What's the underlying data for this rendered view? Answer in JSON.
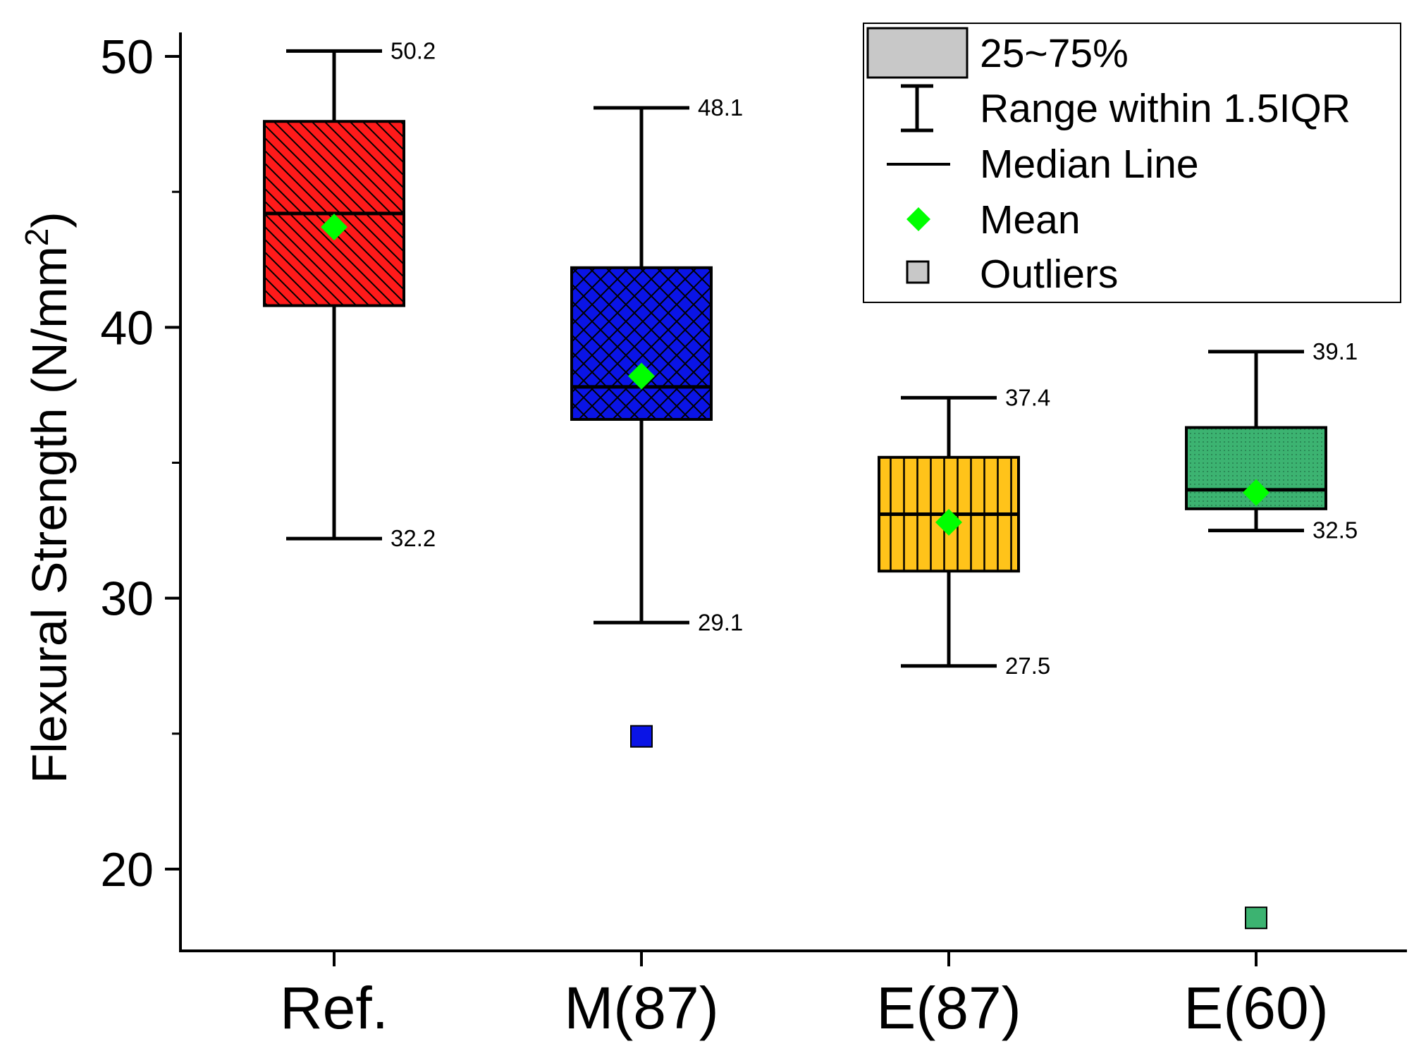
{
  "chart_data": {
    "type": "box",
    "ylabel": "Flexural Strength (N/mm",
    "ylabel_sup": "2",
    "ylabel_close": ")",
    "ylim": [
      17,
      50.9
    ],
    "yticks": [
      20,
      30,
      40,
      50
    ],
    "categories": [
      "Ref.",
      "M(87)",
      "E(87)",
      "E(60)"
    ],
    "boxes": [
      {
        "category": "Ref.",
        "q1": 40.8,
        "median": 44.2,
        "q3": 47.6,
        "mean": 43.7,
        "whisker_low": 32.2,
        "whisker_high": 50.2,
        "whisker_low_label": "32.2",
        "whisker_high_label": "50.2",
        "outliers": [],
        "color": "#ff1a1a",
        "pattern": "diagonal"
      },
      {
        "category": "M(87)",
        "q1": 36.6,
        "median": 37.8,
        "q3": 42.2,
        "mean": 38.2,
        "whisker_low": 29.1,
        "whisker_high": 48.1,
        "whisker_low_label": "29.1",
        "whisker_high_label": "48.1",
        "outliers": [
          24.9
        ],
        "color": "#0a14e6",
        "pattern": "crosshatch"
      },
      {
        "category": "E(87)",
        "q1": 31.0,
        "median": 33.1,
        "q3": 35.2,
        "mean": 32.8,
        "whisker_low": 27.5,
        "whisker_high": 37.4,
        "whisker_low_label": "27.5",
        "whisker_high_label": "37.4",
        "outliers": [],
        "color": "#ffc31a",
        "pattern": "vertical"
      },
      {
        "category": "E(60)",
        "q1": 33.3,
        "median": 34.0,
        "q3": 36.3,
        "mean": 33.9,
        "whisker_low": 32.5,
        "whisker_high": 39.1,
        "whisker_low_label": "32.5",
        "whisker_high_label": "39.1",
        "outliers": [
          18.2
        ],
        "color": "#3cb371",
        "pattern": "dots"
      }
    ],
    "mean_color": "#00ff00",
    "legend": {
      "placement": "top-right",
      "items": [
        {
          "key": "box",
          "label": "25~75%"
        },
        {
          "key": "whisker",
          "label": "Range within 1.5IQR"
        },
        {
          "key": "median",
          "label": "Median Line"
        },
        {
          "key": "mean",
          "label": "Mean"
        },
        {
          "key": "outlier",
          "label": "Outliers"
        }
      ]
    }
  }
}
